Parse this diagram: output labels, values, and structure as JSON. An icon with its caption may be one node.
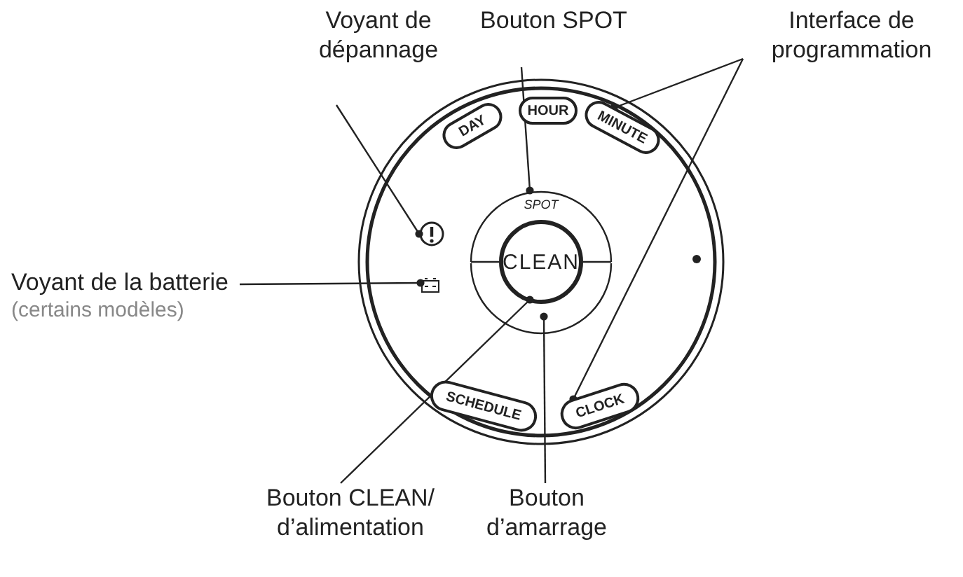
{
  "diagram": {
    "nodes": [
      {
        "text": [
          "Voyant de dépannage"
        ]
      },
      {
        "text": [
          "Bouton SPOT"
        ]
      },
      {
        "text": [
          "Interface de programmation"
        ]
      },
      {
        "text": [
          "DAY"
        ]
      },
      {
        "text": [
          "HOUR"
        ]
      },
      {
        "text": [
          "MINUTE"
        ]
      },
      {
        "text": [],
        "shape": "circle"
      },
      {
        "text": [
          "SPOT"
        ]
      },
      {
        "text": [
          "Voyant de la batterie",
          "(certains modèles)"
        ]
      },
      {
        "text": [],
        "shape": "box"
      },
      {
        "text": [
          "CLEAN"
        ]
      },
      {
        "text": [],
        "shape": "box"
      },
      {
        "text": [
          "SCHEDULE"
        ]
      },
      {
        "text": [
          "CLOCK"
        ]
      },
      {
        "text": [
          "Bouton CLEAN/ d’alimentation"
        ]
      },
      {
        "text": [
          "Bouton d’amarrage"
        ]
      }
    ],
    "edges": [
      {
        "from": 0,
        "to": 6,
        "arrow": "other"
      },
      {
        "from": 1,
        "to": 7,
        "arrow": "other"
      },
      {
        "from": 2,
        "to": 5,
        "arrow": "other"
      },
      {
        "from": 2,
        "to": 13,
        "arrow": "other"
      },
      {
        "from": 8,
        "to": 9,
        "arrow": "other"
      },
      {
        "from": 14,
        "to": 10,
        "arrow": "other"
      },
      {
        "from": 15,
        "to": 11,
        "arrow": "other"
      }
    ]
  }
}
